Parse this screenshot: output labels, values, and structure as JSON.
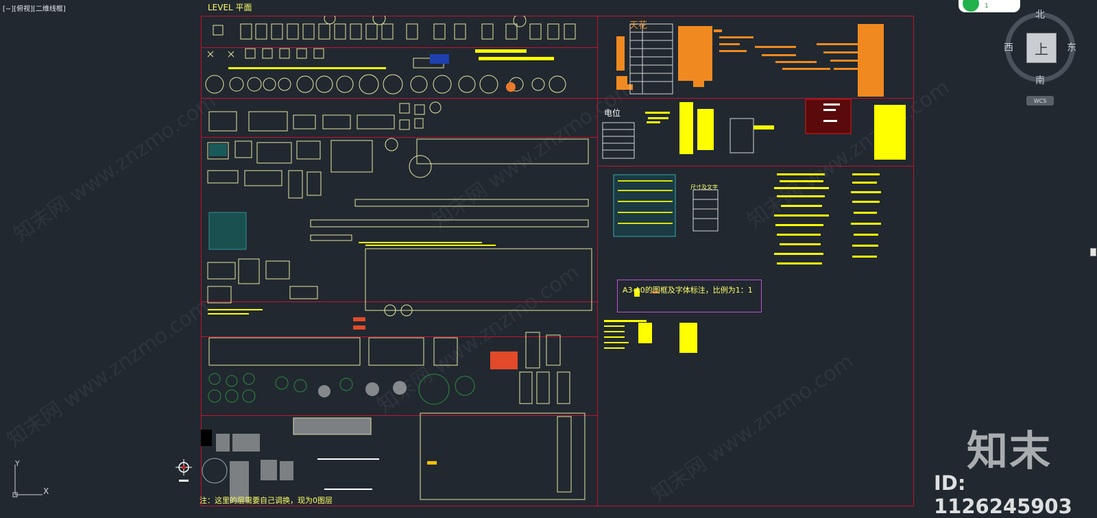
{
  "viewport": {
    "controls_label": "[−][俯视][二维线框]"
  },
  "drawing": {
    "level_label": "LEVEL 平面",
    "headers": {
      "ceiling": "天花",
      "electrical": "电位",
      "dimension_text": "尺寸及文字"
    },
    "frame_note": "A3-A0的图框及字体标注，比例为1：1",
    "layer_note": "注：这里的层需要自己调换，现为0图层"
  },
  "status": {
    "count": "1"
  },
  "viewcube": {
    "north": "北",
    "south": "南",
    "east": "东",
    "west": "西",
    "face": "上",
    "wcs": "WCS"
  },
  "ucs": {
    "x": "X",
    "y": "Y"
  },
  "watermark": {
    "logo": "知末",
    "id": "ID: 1126245903",
    "repeat": "知末网 www.znzmo.com"
  },
  "colors": {
    "background": "#212830",
    "frame_red": "#c8102e",
    "cad_yellow": "#ffff00",
    "cad_orange": "#f08a20",
    "purple": "#c050d0"
  }
}
